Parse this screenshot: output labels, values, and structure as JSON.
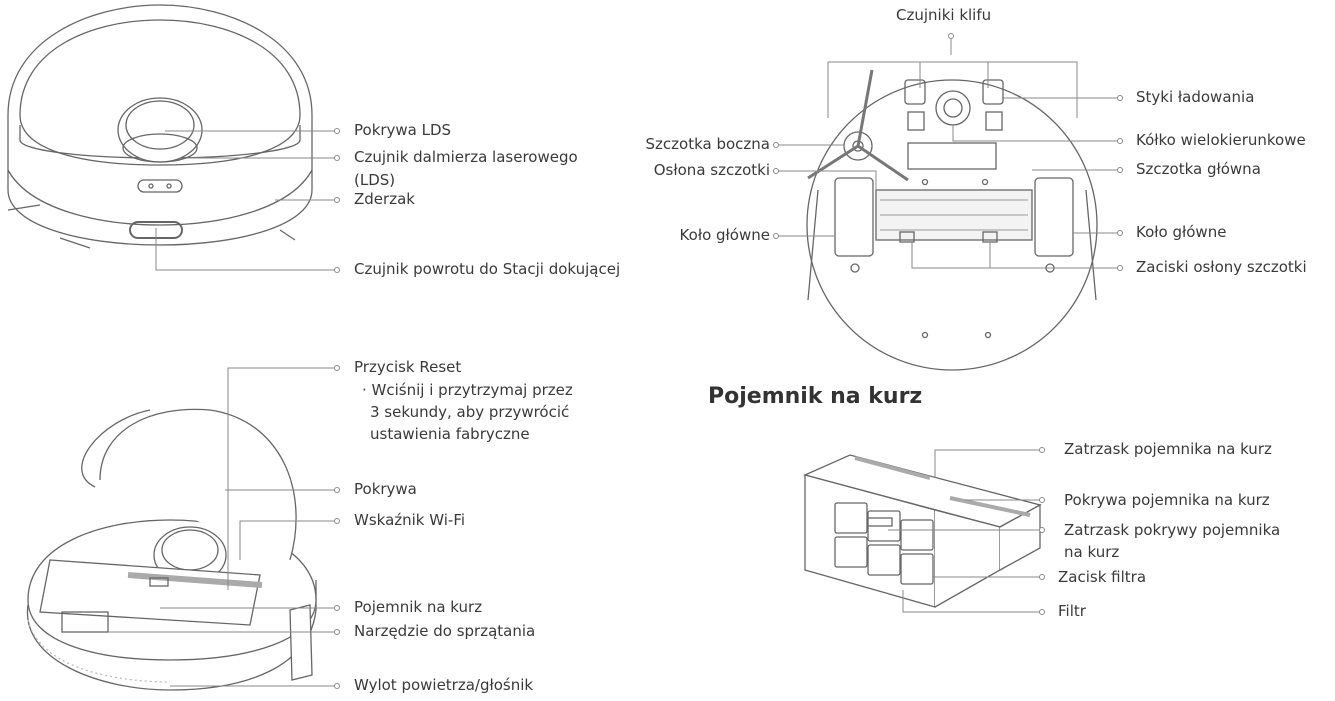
{
  "top_view": {
    "labels": [
      "Pokrywa LDS",
      "Czujnik dalmierza laserowego",
      "(LDS)",
      "Zderzak",
      "Czujnik powrotu do Stacji dokującej"
    ]
  },
  "bottom_view": {
    "labels": {
      "cliff_sensors": "Czujniki klifu",
      "charging_contacts": "Styki ładowania",
      "omni_wheel": "Kółko wielokierunkowe",
      "main_brush": "Szczotka główna",
      "main_wheel_right": "Koło główne",
      "brush_cover_clips": "Zaciski osłony szczotki",
      "side_brush": "Szczotka boczna",
      "brush_cover": "Osłona szczotki",
      "main_wheel_left": "Koło główne"
    }
  },
  "open_view": {
    "labels": {
      "reset": "Przycisk Reset",
      "reset_note": [
        "· Wciśnij i przytrzymaj przez",
        "3 sekundy, aby przywrócić",
        "ustawienia fabryczne"
      ],
      "cover": "Pokrywa",
      "wifi": "Wskaźnik Wi-Fi",
      "dustbin": "Pojemnik na kurz",
      "tool": "Narzędzie do sprzątania",
      "outlet": "Wylot powietrza/głośnik"
    }
  },
  "dustbin_section": {
    "title": "Pojemnik na kurz",
    "labels": {
      "latch": "Zatrzask pojemnika na kurz",
      "lid": "Pokrywa pojemnika na kurz",
      "lid_latch": [
        "Zatrzask pokrywy pojemnika",
        "na kurz"
      ],
      "filter_clip": "Zacisk filtra",
      "filter": "Filtr"
    }
  }
}
